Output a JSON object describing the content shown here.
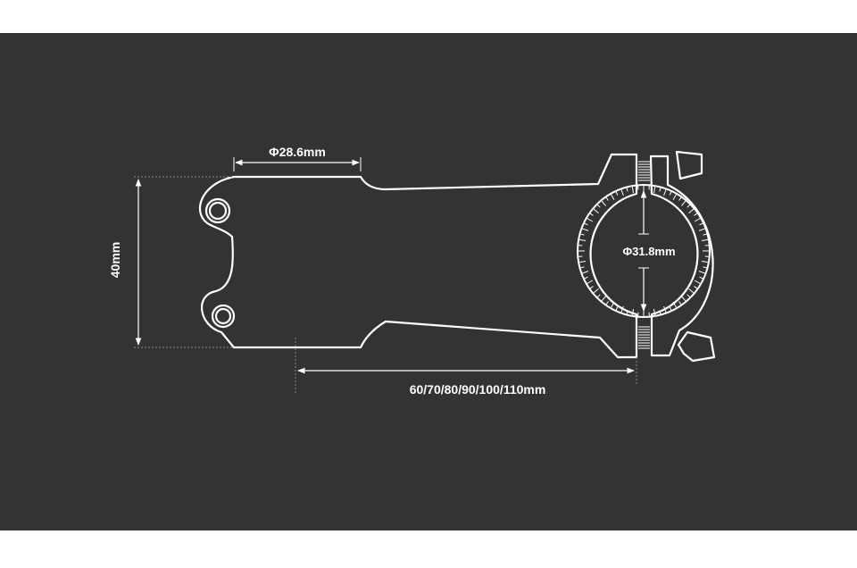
{
  "colors": {
    "background": "#ffffff",
    "panel": "#333333",
    "line": "#ffffff"
  },
  "labels": {
    "steerer_diameter": "Φ28.6mm",
    "stack_height": "40mm",
    "clamp_diameter": "Φ31.8mm",
    "stem_lengths": "60/70/80/90/100/110mm"
  }
}
